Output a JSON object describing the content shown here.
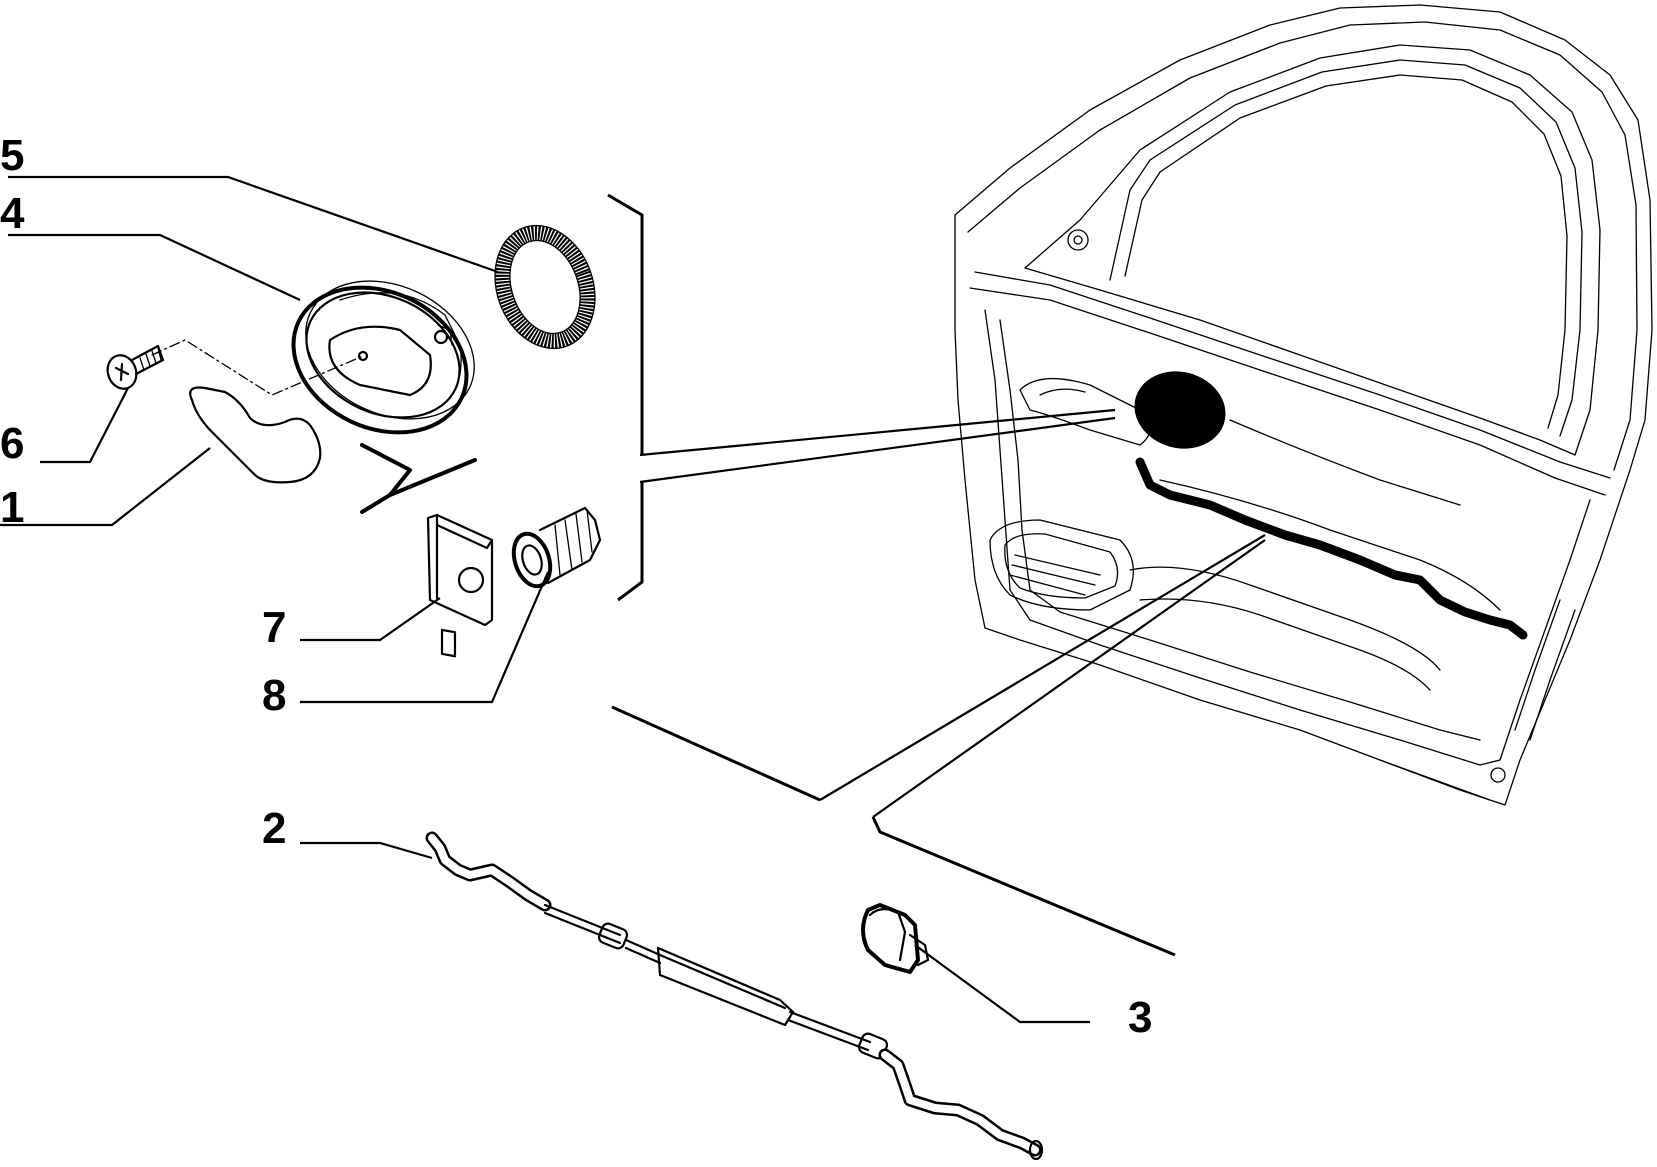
{
  "diagram": {
    "type": "exploded-parts-view",
    "colors": {
      "ink": "#000000",
      "paper": "#ffffff"
    },
    "callouts": [
      {
        "id": "1",
        "label": "1"
      },
      {
        "id": "2",
        "label": "2"
      },
      {
        "id": "3",
        "label": "3"
      },
      {
        "id": "4",
        "label": "4"
      },
      {
        "id": "5",
        "label": "5"
      },
      {
        "id": "6",
        "label": "6"
      },
      {
        "id": "7",
        "label": "7"
      },
      {
        "id": "8",
        "label": "8"
      }
    ]
  }
}
